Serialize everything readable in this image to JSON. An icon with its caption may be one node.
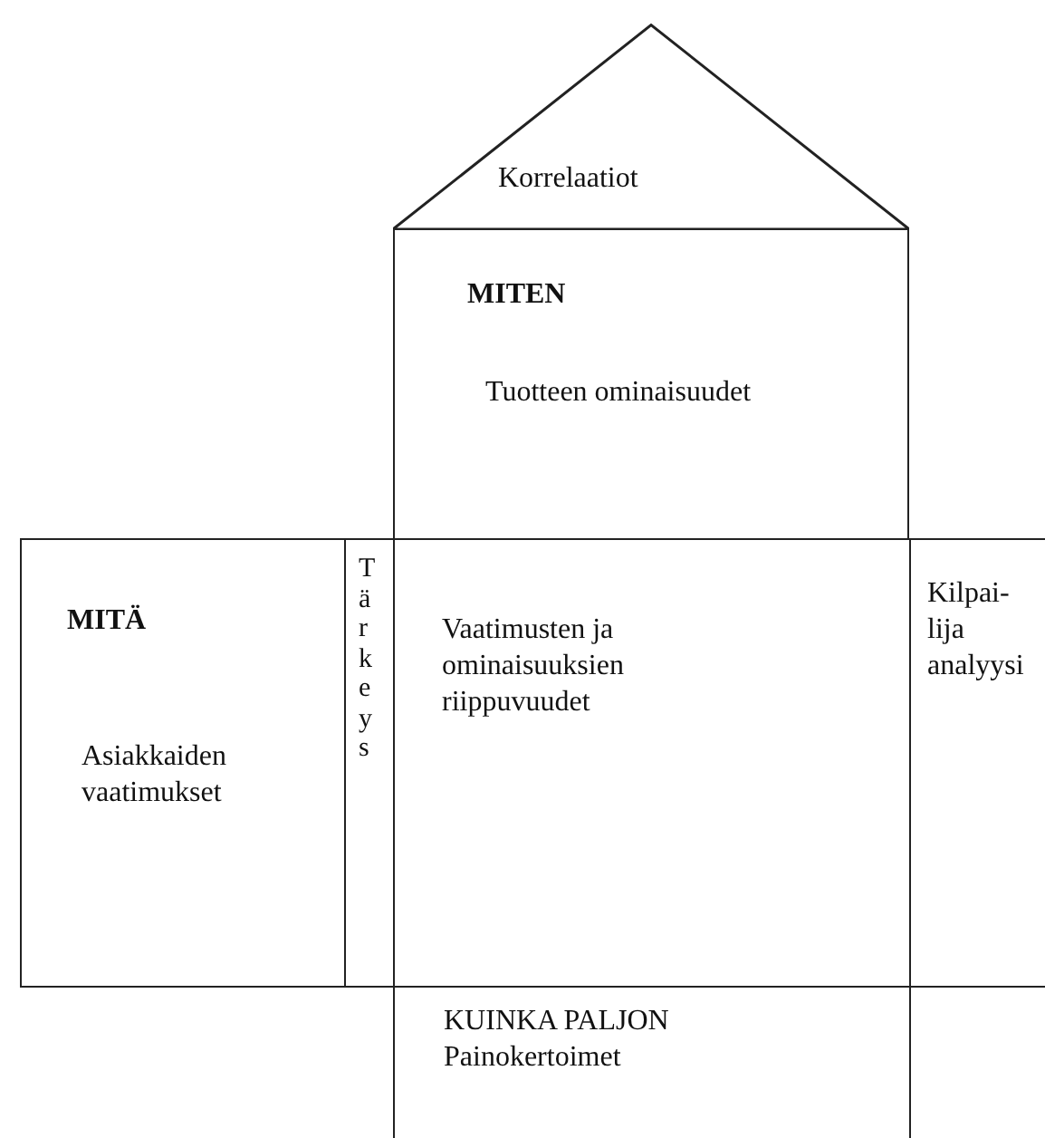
{
  "diagram": {
    "nodes": [
      {
        "text": [
          "Korrelaatiot"
        ]
      },
      {
        "text": [
          "MITEN",
          "Tuotteen ominaisuudet"
        ]
      },
      {
        "text": [
          "MITÄ",
          "Asiakkaiden vaatimukset"
        ]
      },
      {
        "text": [
          "Tärkeys"
        ]
      },
      {
        "text": [
          "Vaatimusten ja ominaisuuksien riippuvuudet"
        ]
      },
      {
        "text": [
          "Kilpai- lija analyysi"
        ]
      },
      {
        "text": [
          "KUINKA PALJON",
          "Painokertoimet"
        ]
      }
    ]
  }
}
